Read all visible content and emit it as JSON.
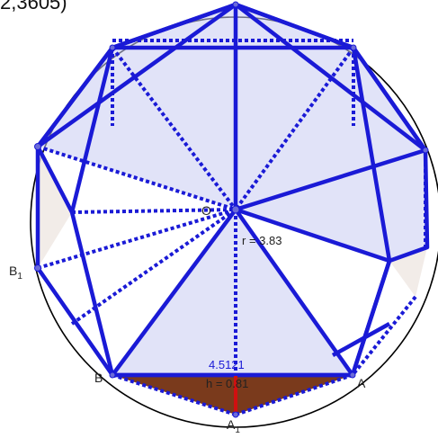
{
  "header": {
    "title_fragment": "2,3605)"
  },
  "labels": {
    "center": "O",
    "radius": "r = 3.83",
    "chord": "4.5121",
    "apothem_part": "h = 0.81",
    "point_a": "A",
    "point_b": "B",
    "point_a1_base": "A",
    "point_a1_sub": "1",
    "point_b1_base": "B",
    "point_b1_sub": "1"
  },
  "colors": {
    "edge_blue": "#1a1ad6",
    "face_blue": "#c9ccf2",
    "circle": "#000000",
    "segment_brown": "#7a3a1c",
    "segment_red": "#d01010"
  }
}
